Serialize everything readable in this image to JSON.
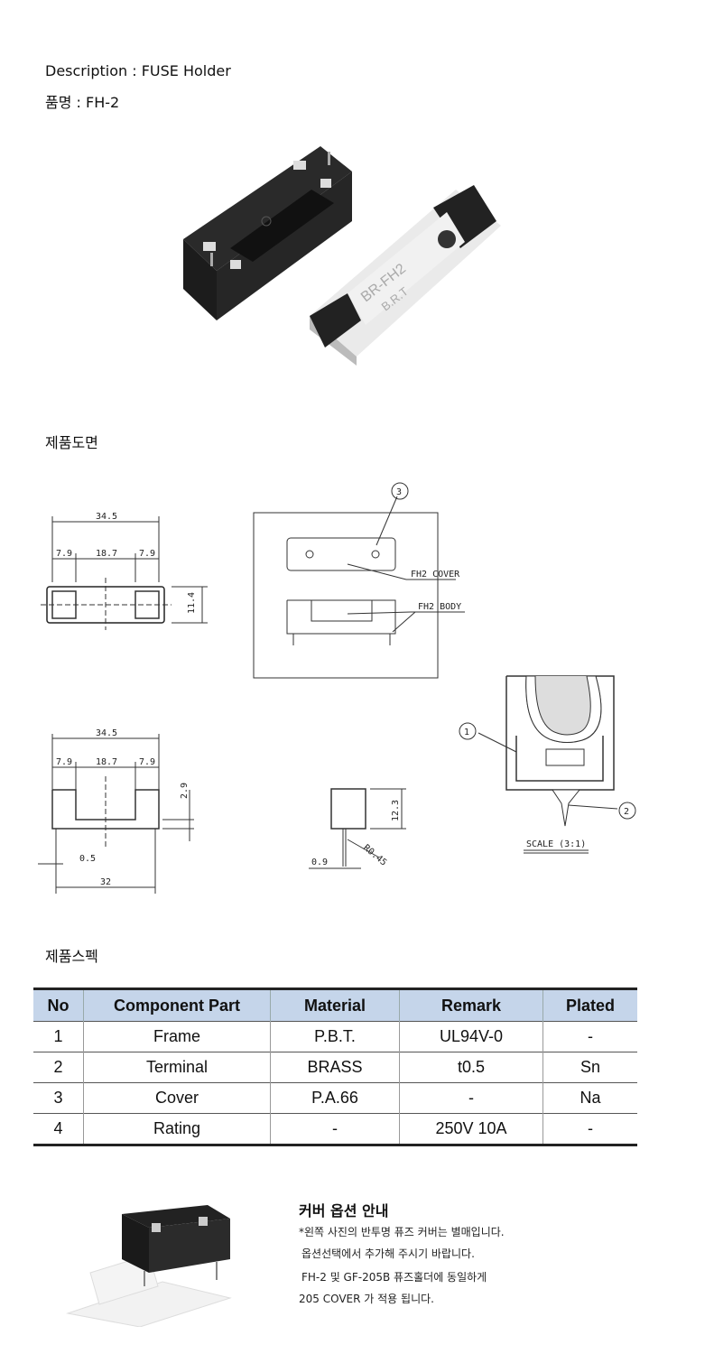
{
  "header": {
    "description": "Description : FUSE Holder",
    "product_name": "품명 : FH-2"
  },
  "sections": {
    "drawing_title": "제품도면",
    "spec_title": "제품스펙"
  },
  "drawing": {
    "top_total": "34.5",
    "top_left": "7.9",
    "top_mid": "18.7",
    "top_right": "7.9",
    "top_height": "11.4",
    "front_total": "34.5",
    "front_left": "7.9",
    "front_mid": "18.7",
    "front_right": "7.9",
    "front_slot": "2.9",
    "pin_width": "0.5",
    "pin_span": "32",
    "side_height": "12.3",
    "side_pin": "0.9",
    "side_radius": "R0.45",
    "label_cover": "FH2 COVER",
    "label_body": "FH2 BODY",
    "callout_3": "3",
    "callout_1": "1",
    "callout_2": "2",
    "scale": "SCALE (3:1)"
  },
  "spec_table": {
    "headers": [
      "No",
      "Component Part",
      "Material",
      "Remark",
      "Plated"
    ],
    "rows": [
      [
        "1",
        "Frame",
        "P.B.T.",
        "UL94V-0",
        "-"
      ],
      [
        "2",
        "Terminal",
        "BRASS",
        "t0.5",
        "Sn"
      ],
      [
        "3",
        "Cover",
        "P.A.66",
        "-",
        "Na"
      ],
      [
        "4",
        "Rating",
        "-",
        "250V 10A",
        "-"
      ]
    ]
  },
  "cover_option": {
    "title": "커버 옵션 안내",
    "line1": "*왼쪽 사진의 반투명 퓨즈 커버는 별매입니다.",
    "line2": "옵션선택에서 추가해 주시기 바랍니다.",
    "line3": "FH-2 및 GF-205B 퓨즈홀더에 동일하게",
    "line4": "205 COVER 가 적용 됩니다."
  },
  "photo": {
    "embossed_1": "BR-FH2",
    "embossed_2": "B.R.T"
  }
}
